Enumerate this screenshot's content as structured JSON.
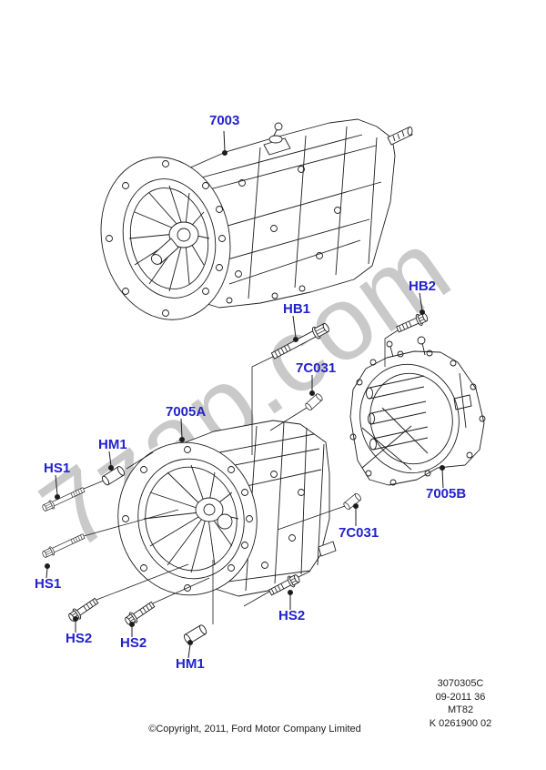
{
  "diagram": {
    "watermark": "7zap.com",
    "copyright": "©Copyright, 2011, Ford Motor Company Limited",
    "plate": {
      "lines": [
        "3070305C",
        "09-2011 36",
        "MT82",
        "K 0261900 02"
      ]
    },
    "colors": {
      "label_blue": "#2222cc",
      "line_black": "#1c1c1c",
      "watermark_gray": "#c9c9c9"
    },
    "labels": {
      "l7003": "7003",
      "hb1": "HB1",
      "hb2": "HB2",
      "c7031_top": "7C031",
      "l7005a": "7005A",
      "hm1_top": "HM1",
      "hs1_top": "HS1",
      "hs1_bottom": "HS1",
      "hs2_1": "HS2",
      "hs2_2": "HS2",
      "hs2_right": "HS2",
      "hm1_bottom": "HM1",
      "l7005b": "7005B",
      "c7031_bottom": "7C031"
    }
  }
}
